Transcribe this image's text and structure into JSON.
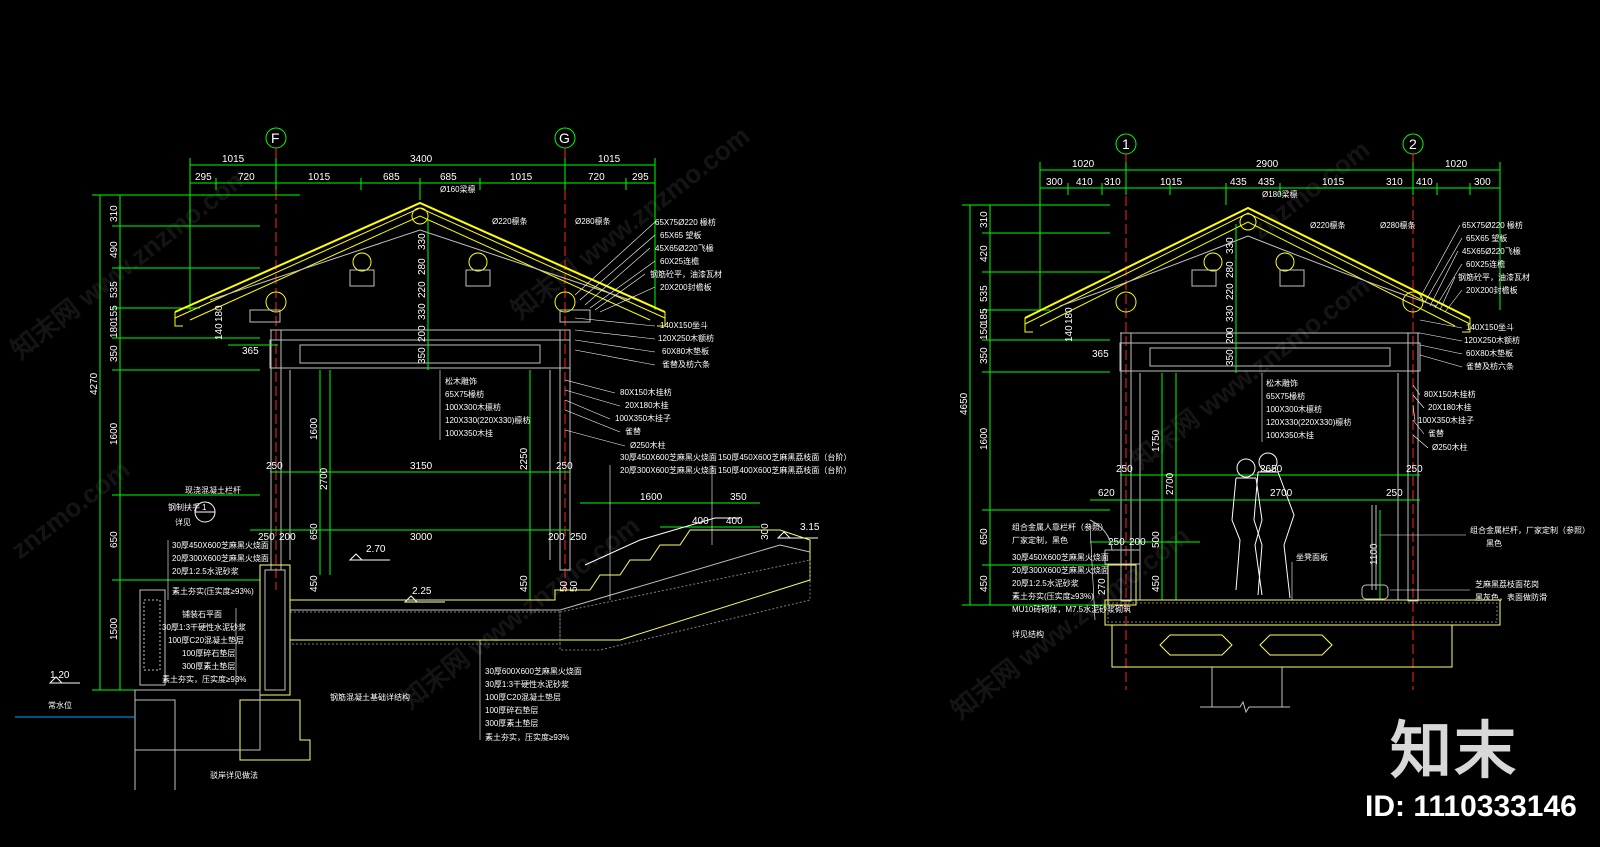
{
  "colors": {
    "background": "#000000",
    "dim_line": "#00ff00",
    "grid_line": "#ff2222",
    "roof": "#ffff00",
    "structure": "#c0c0c0",
    "text": "#ffffff",
    "section": "#ffff66"
  },
  "left": {
    "axis_bubbles": [
      "F",
      "G"
    ],
    "dims_top_overall": [
      "1015",
      "3400",
      "1015"
    ],
    "dims_top_detail": [
      "295",
      "720",
      "1015",
      "685",
      "685",
      "1015",
      "720",
      "295"
    ],
    "dims_left": [
      "310",
      "490",
      "535",
      "155",
      "180",
      "350",
      "1600",
      "650",
      "1500"
    ],
    "dim_total": "4270",
    "dims_inner": [
      "330",
      "280",
      "220",
      "330",
      "200",
      "350",
      "1600",
      "2700",
      "650",
      "450",
      "2250",
      "450",
      "50",
      "50"
    ],
    "dims_mid": [
      "250",
      "3150",
      "250",
      "250",
      "200",
      "3000",
      "200",
      "250",
      "1600",
      "350",
      "400",
      "400",
      "300",
      "365",
      "140",
      "180"
    ],
    "elevations": [
      "2.70",
      "2.25",
      "3.15",
      "1.20"
    ],
    "labels_right": [
      "65X75Ø220 椽枋",
      "65X65 望板",
      "45X65Ø220飞椽",
      "60X25连檐",
      "钢筋砼平，油漆瓦材",
      "20X200封檐板",
      "140X150坐斗",
      "120X250木额枋",
      "60X80木垫板",
      "雀替及枋六条",
      "80X150木挂枋",
      "20X180木挂",
      "100X350木挂子",
      "雀替",
      "Ø250木柱"
    ],
    "labels_top": [
      "Ø160梁檩",
      "Ø220檩条",
      "Ø280檩条"
    ],
    "labels_center": [
      "松木雕饰",
      "65X75椽枋",
      "100X300木檩枋",
      "120X330(220X330)檩枋",
      "100X350木挂"
    ],
    "labels_floor": [
      "30厚450X600芝麻黑火烧面",
      "20厚300X600芝麻黑火烧面"
    ],
    "labels_stair": [
      "150厚450X600芝麻黑荔枝面（台阶）",
      "150厚400X600芝麻黑荔枝面（台阶）"
    ],
    "labels_left": [
      "现浇混凝土栏杆",
      "钢制扶手",
      "详见",
      "30厚450X600芝麻黑火烧面",
      "20厚300X600芝麻黑火烧面",
      "20厚1:2.5水泥砂浆",
      "素土夯实(压实度≥93%)"
    ],
    "labels_layers": [
      "铺装石平面",
      "30厚1:3干硬性水泥砂浆",
      "100厚C20混凝土垫层",
      "100厚碎石垫层",
      "300厚素土垫层",
      "素土夯实，压实度≥93%"
    ],
    "labels_bottom": [
      "30厚600X600芝麻黑火烧面",
      "30厚1:3干硬性水泥砂浆",
      "100厚C20混凝土垫层",
      "100厚碎石垫层",
      "300厚素土垫层",
      "素土夯实，压实度≥93%"
    ],
    "label_found": "钢筋混凝土基础详结构",
    "label_water": "常水位",
    "label_wall": "驳岸详见做法",
    "detail_ref": "1"
  },
  "right": {
    "axis_bubbles": [
      "1",
      "2"
    ],
    "dims_top_overall": [
      "1020",
      "2900",
      "1020"
    ],
    "dims_top_detail": [
      "300",
      "410",
      "310",
      "1015",
      "435",
      "435",
      "1015",
      "310",
      "410",
      "300"
    ],
    "dims_left": [
      "310",
      "420",
      "535",
      "185",
      "150",
      "350",
      "1600",
      "650",
      "450"
    ],
    "dim_total": "4650",
    "dims_inner": [
      "330",
      "280",
      "220",
      "330",
      "200",
      "350",
      "1750",
      "2700",
      "500",
      "450",
      "1100"
    ],
    "dims_mid": [
      "250",
      "2650",
      "250",
      "620",
      "2700",
      "250",
      "250",
      "200",
      "365",
      "140",
      "180",
      "270"
    ],
    "labels_right": [
      "65X75Ø220 椽枋",
      "65X65 望板",
      "45X65Ø220飞椽",
      "60X25连檐",
      "钢筋砼平，油漆瓦材",
      "20X200封檐板",
      "140X150坐斗",
      "120X250木额枋",
      "60X80木垫板",
      "雀替及枋六条",
      "80X150木挂枋",
      "20X180木挂",
      "100X350木挂子",
      "雀替",
      "Ø250木柱"
    ],
    "labels_top": [
      "Ø180梁檩",
      "Ø220檩条",
      "Ø280檩条"
    ],
    "labels_center": [
      "松木雕饰",
      "65X75椽枋",
      "100X300木檩枋",
      "120X330(220X330)檩枋",
      "100X350木挂"
    ],
    "labels_left": [
      "组合金属人靠栏杆（参照）",
      "厂家定制，黑色",
      "30厚450X600芝麻黑火烧面",
      "20厚300X600芝麻黑火烧面",
      "20厚1:2.5水泥砂浆",
      "素土夯实(压实度≥93%)",
      "MU10砖砌体，M7.5水泥砂浆砌筑",
      "详见结构"
    ],
    "labels_right_low": [
      "组合金属栏杆，厂家定制（参照）",
      "黑色",
      "芝麻黑荔枝面花岗",
      "黑灰色，表面做防滑"
    ],
    "label_seat": "坐凳面板"
  },
  "watermarks": [
    "知末网 www.znzmo.com",
    "znzmo.com"
  ],
  "brand": "知末",
  "image_id": "ID: 1110333146"
}
